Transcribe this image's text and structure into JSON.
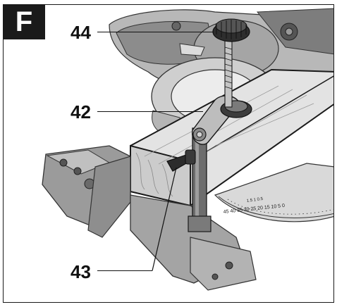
{
  "figure": {
    "label": "F"
  },
  "callouts": [
    {
      "id": "44",
      "text": "44"
    },
    {
      "id": "42",
      "text": "42"
    },
    {
      "id": "43",
      "text": "43"
    }
  ],
  "scale": {
    "ticks_text": "45 40 35 30 25 20 15 10 5 0",
    "top_text": "1.5 1 0.5"
  },
  "colors": {
    "frame": "#1a1a1a",
    "metal_light": "#c9c9c9",
    "metal_mid": "#9a9a9a",
    "metal_dark": "#4a4a4a",
    "wood": "#d8d8d8",
    "ink": "#111111"
  }
}
